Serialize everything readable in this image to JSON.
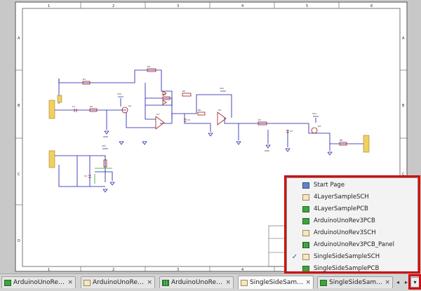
{
  "ruler": {
    "columns": [
      "1",
      "2",
      "3",
      "4",
      "5",
      "6"
    ],
    "rows": [
      "A",
      "B",
      "C",
      "D"
    ]
  },
  "schematic": {
    "refs": [
      "R1",
      "R2",
      "R3",
      "R4",
      "R5",
      "R6",
      "R7",
      "R8",
      "C1",
      "C2",
      "C3",
      "C4",
      "Q1",
      "Q2",
      "U1",
      "U2"
    ],
    "power_label": "VCC",
    "ground_label": "GND"
  },
  "tabs": [
    {
      "label": "ArduinoUnoRev3...",
      "icon": "pcb-doc-icon",
      "active": false
    },
    {
      "label": "ArduinoUnoRev3...",
      "icon": "sch-doc-icon",
      "active": false
    },
    {
      "label": "ArduinoUnoRev3...",
      "icon": "panel-doc-icon",
      "active": false
    },
    {
      "label": "SingleSideSampl...",
      "icon": "sch-doc-icon",
      "active": true
    },
    {
      "label": "SingleSideSampl...",
      "icon": "pcb-doc-icon",
      "active": false
    }
  ],
  "tab_close_glyph": "×",
  "nav": {
    "prev": "◂",
    "next": "▸",
    "menu": "▾"
  },
  "dropdown": {
    "items": [
      {
        "label": "Start Page",
        "icon": "start-page-icon",
        "checked": false
      },
      {
        "label": "4LayerSampleSCH",
        "icon": "sch-doc-icon",
        "checked": false
      },
      {
        "label": "4LayerSamplePCB",
        "icon": "pcb-doc-icon",
        "checked": false
      },
      {
        "label": "ArduinoUnoRev3PCB",
        "icon": "pcb-doc-icon",
        "checked": false
      },
      {
        "label": "ArduinoUnoRev3SCH",
        "icon": "sch-doc-icon",
        "checked": false
      },
      {
        "label": "ArduinoUnoRev3PCB_Panel",
        "icon": "panel-doc-icon",
        "checked": false
      },
      {
        "label": "SingleSideSampleSCH",
        "icon": "sch-doc-icon",
        "checked": true
      },
      {
        "label": "SingleSideSamplePCB",
        "icon": "pcb-doc-icon",
        "checked": false
      }
    ],
    "check_glyph": "✓"
  },
  "colors": {
    "highlight": "#d01010",
    "wire": "#1a1aa8",
    "component": "#a01818",
    "connector": "#f0d060"
  }
}
